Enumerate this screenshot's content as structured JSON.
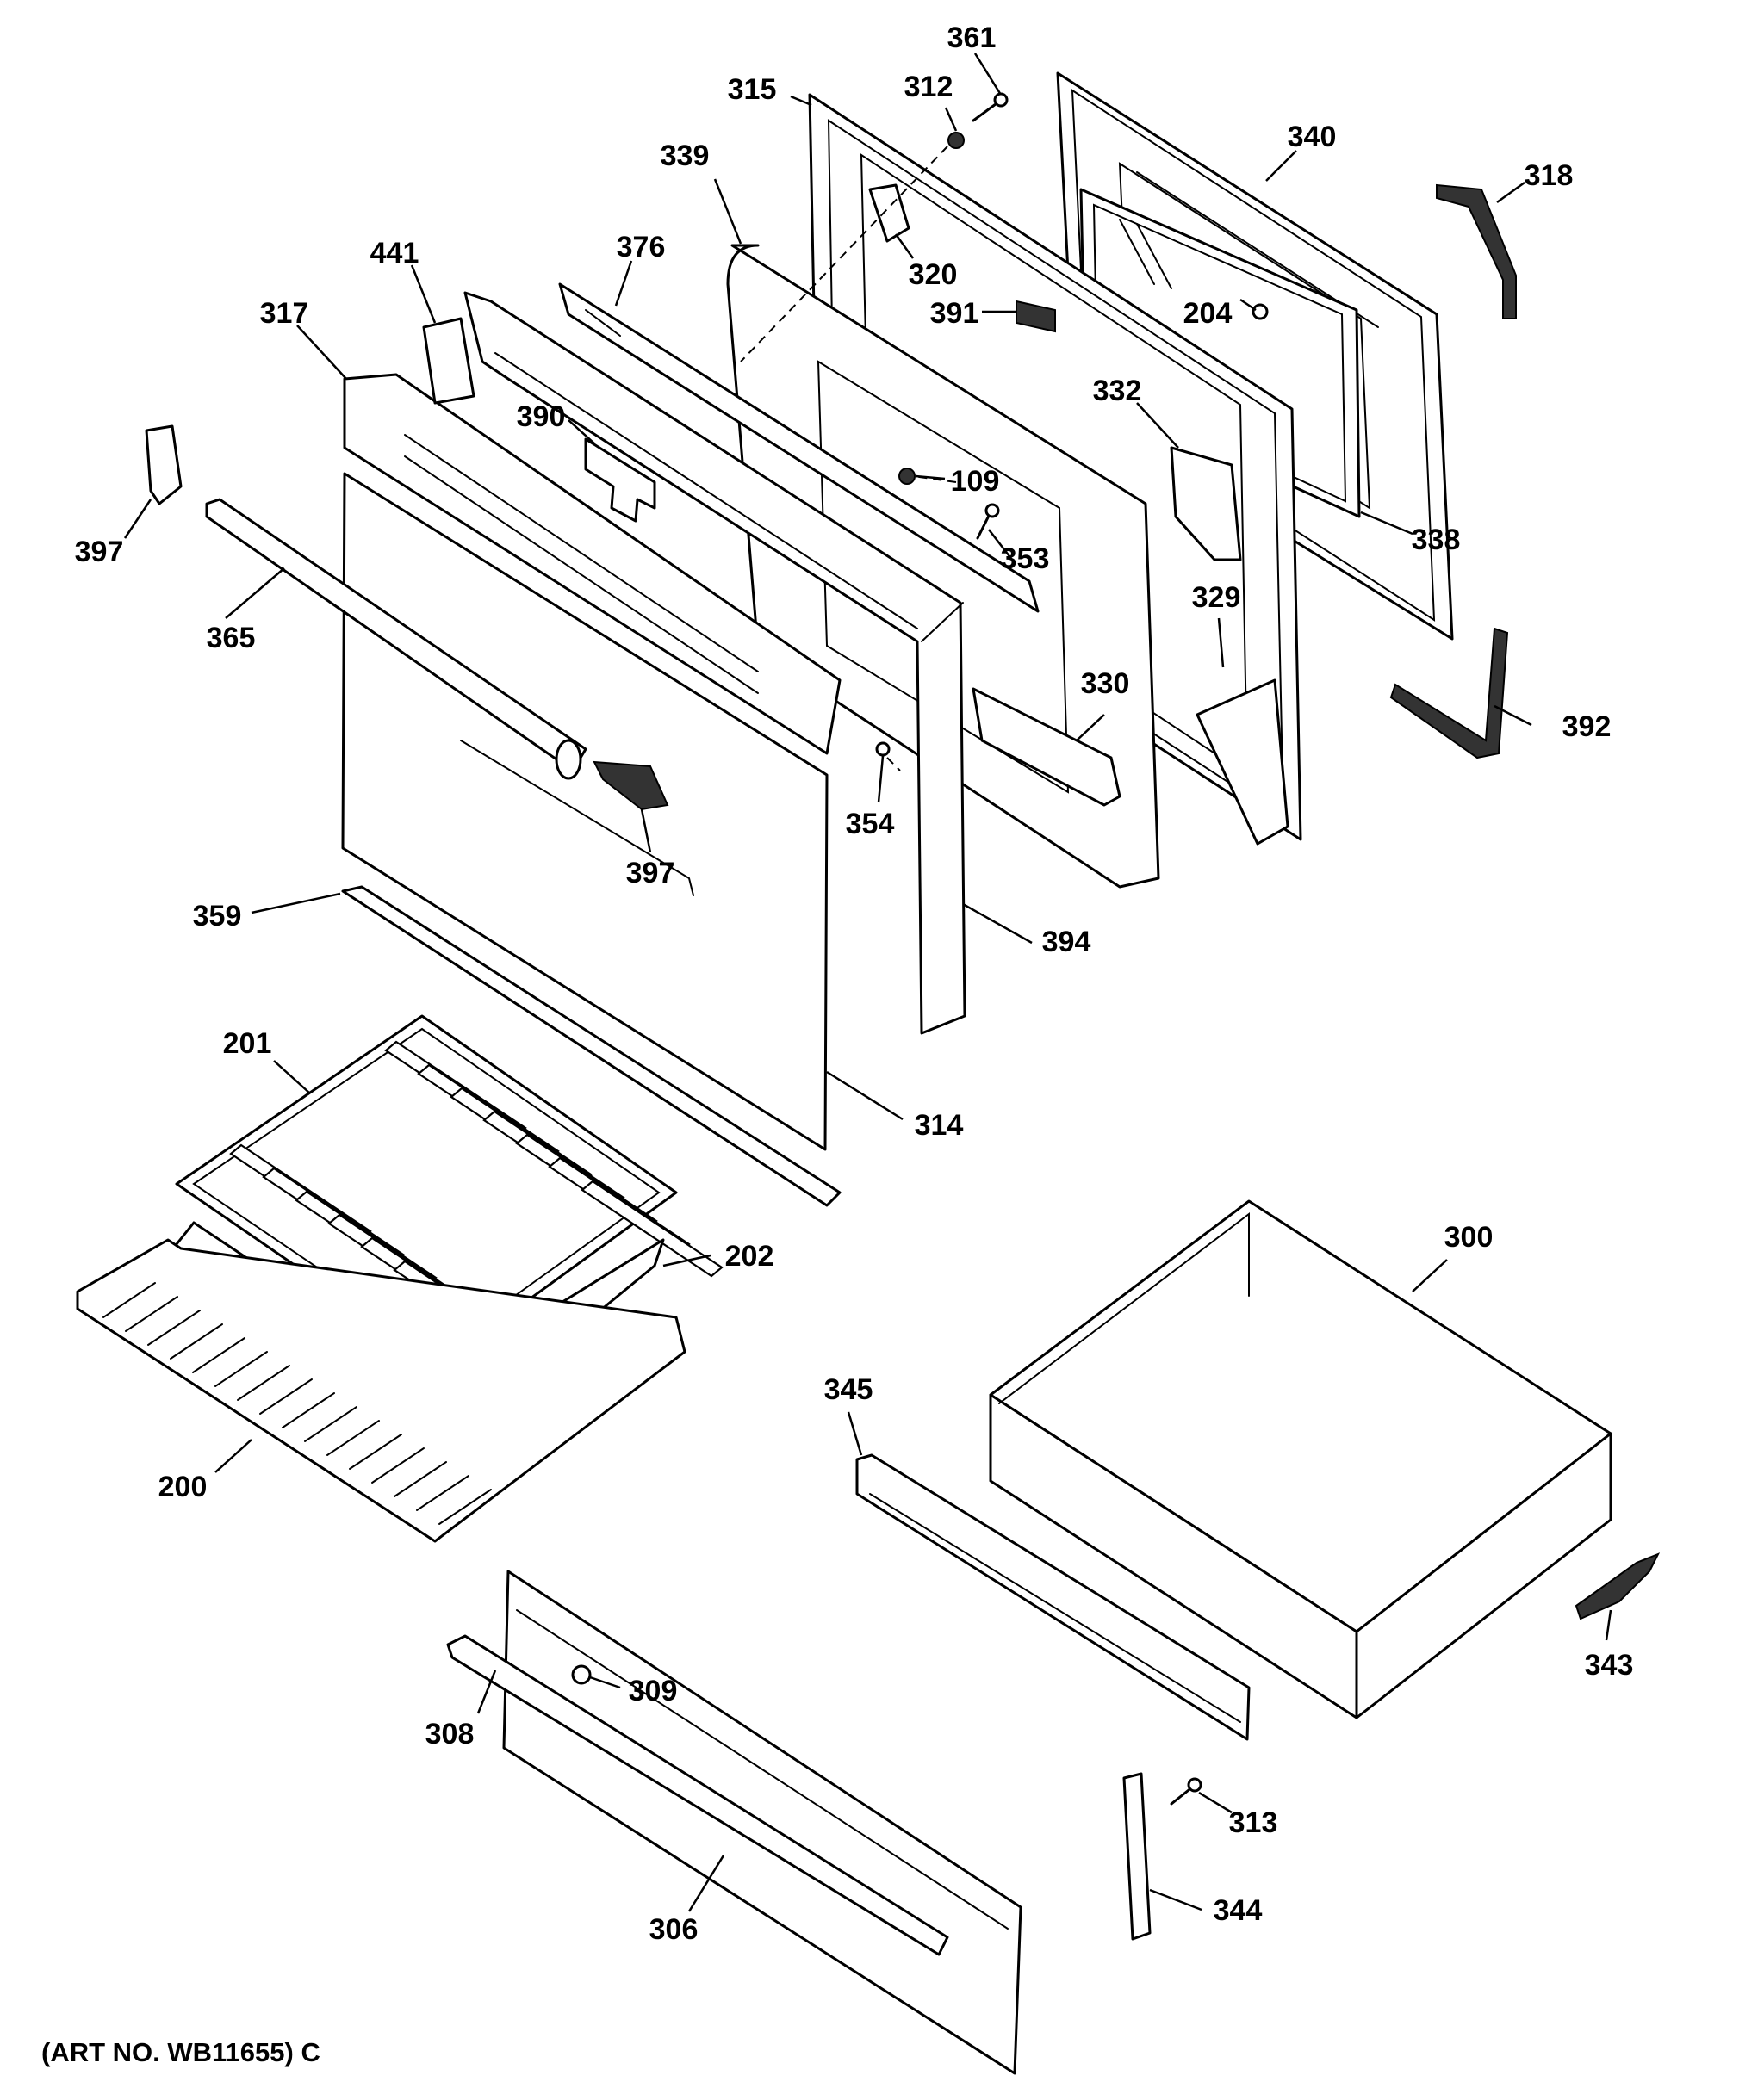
{
  "art_number": "(ART NO. WB11655) C",
  "callouts": {
    "c361": "361",
    "c312": "312",
    "c315": "315",
    "c340": "340",
    "c318": "318",
    "c339": "339",
    "c320": "320",
    "c376": "376",
    "c441": "441",
    "c391": "391",
    "c204": "204",
    "c317": "317",
    "c332": "332",
    "c390": "390",
    "c109": "109",
    "c338": "338",
    "c353": "353",
    "c397a": "397",
    "c329": "329",
    "c365": "365",
    "c330": "330",
    "c392": "392",
    "c354": "354",
    "c397b": "397",
    "c359": "359",
    "c394": "394",
    "c201": "201",
    "c314": "314",
    "c300": "300",
    "c202": "202",
    "c345": "345",
    "c200": "200",
    "c343": "343",
    "c309": "309",
    "c308": "308",
    "c313": "313",
    "c344": "344",
    "c306": "306"
  }
}
